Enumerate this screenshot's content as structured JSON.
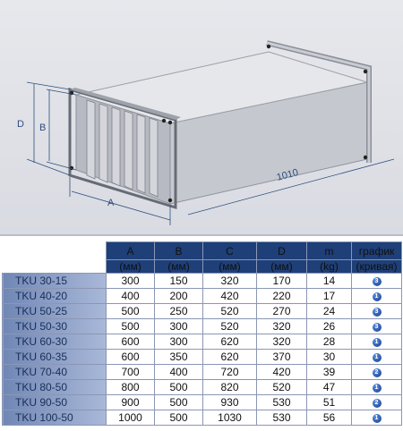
{
  "drawing": {
    "dim_d": "D",
    "dim_b": "B",
    "dim_a": "A",
    "dim_length": "1010"
  },
  "table": {
    "columns": [
      {
        "label": "A",
        "unit": "(мм)"
      },
      {
        "label": "B",
        "unit": "(мм)"
      },
      {
        "label": "C",
        "unit": "(мм)"
      },
      {
        "label": "D",
        "unit": "(мм)"
      },
      {
        "label": "m",
        "unit": "(kg)"
      },
      {
        "label": "график",
        "unit": "(кривая)"
      }
    ],
    "rows": [
      {
        "model": "TKU   30-15",
        "a": "300",
        "b": "150",
        "c": "320",
        "d": "170",
        "m": "14",
        "curve": "3"
      },
      {
        "model": "TKU   40-20",
        "a": "400",
        "b": "200",
        "c": "420",
        "d": "220",
        "m": "17",
        "curve": "1"
      },
      {
        "model": "TKU   50-25",
        "a": "500",
        "b": "250",
        "c": "520",
        "d": "270",
        "m": "24",
        "curve": "3"
      },
      {
        "model": "TKU   50-30",
        "a": "500",
        "b": "300",
        "c": "520",
        "d": "320",
        "m": "26",
        "curve": "3"
      },
      {
        "model": "TKU   60-30",
        "a": "600",
        "b": "300",
        "c": "620",
        "d": "320",
        "m": "28",
        "curve": "1"
      },
      {
        "model": "TKU   60-35",
        "a": "600",
        "b": "350",
        "c": "620",
        "d": "370",
        "m": "30",
        "curve": "1"
      },
      {
        "model": "TKU   70-40",
        "a": "700",
        "b": "400",
        "c": "720",
        "d": "420",
        "m": "39",
        "curve": "2"
      },
      {
        "model": "TKU   80-50",
        "a": "800",
        "b": "500",
        "c": "820",
        "d": "520",
        "m": "47",
        "curve": "1"
      },
      {
        "model": "TKU   90-50",
        "a": "900",
        "b": "500",
        "c": "930",
        "d": "530",
        "m": "51",
        "curve": "2"
      },
      {
        "model": "TKU   100-50",
        "a": "1000",
        "b": "500",
        "c": "1030",
        "d": "530",
        "m": "56",
        "curve": "1"
      }
    ]
  }
}
